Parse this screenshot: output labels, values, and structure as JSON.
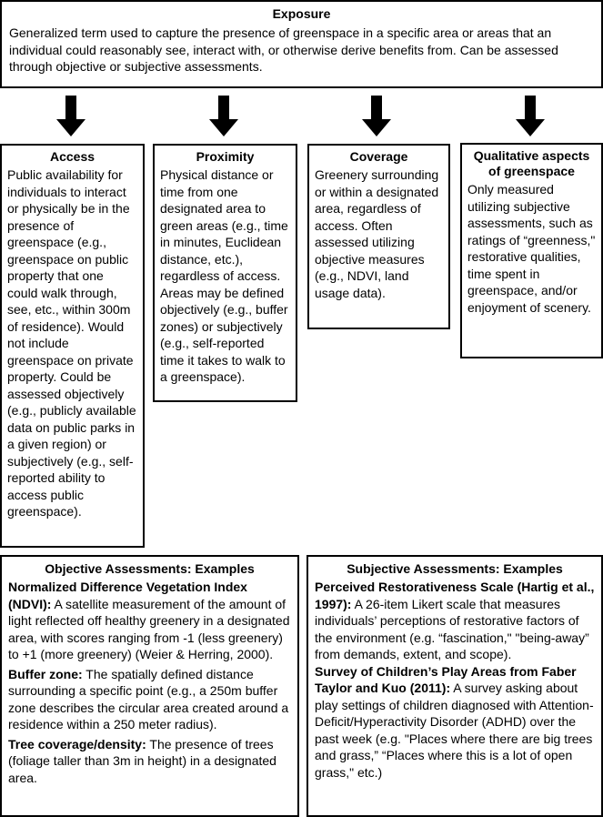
{
  "exposure": {
    "title": "Exposure",
    "body": "Generalized term used to capture the presence of greenspace in a specific area or areas that an individual could reasonably see, interact with, or otherwise derive benefits from. Can be assessed through objective or subjective assessments."
  },
  "arrows": {
    "icon": "down-arrow-icon",
    "count": 4,
    "color": "#000000"
  },
  "columns": [
    {
      "title": "Access",
      "body": "Public availability for individuals to interact or physically be in the presence of greenspace (e.g., greenspace on public property that one could walk through, see, etc., within 300m of residence). Would not include greenspace on private property. Could be assessed objectively (e.g., publicly available data on public parks in a given region) or subjectively (e.g., self-reported ability to access public greenspace)."
    },
    {
      "title": "Proximity",
      "body": "Physical distance or time from one designated area to green areas (e.g., time in minutes, Euclidean distance, etc.), regardless of access. Areas may be defined objectively (e.g., buffer zones) or subjectively (e.g., self-reported time it takes to walk to a greenspace)."
    },
    {
      "title": "Coverage",
      "body": "Greenery surrounding or within a designated area, regardless of access. Often assessed utilizing objective measures (e.g., NDVI, land usage data)."
    },
    {
      "title": "Qualitative aspects of greenspace",
      "body": "Only measured utilizing subjective assessments, such as ratings of “greenness,\" restorative qualities, time spent in greenspace, and/or enjoyment of scenery."
    }
  ],
  "objective": {
    "title": "Objective Assessments: Examples",
    "items": [
      {
        "term": "Normalized Difference Vegetation Index (NDVI):",
        "definition": " A satellite measurement of the amount of light reflected off healthy greenery in a designated area, with scores ranging from -1 (less greenery) to +1 (more greenery) (Weier & Herring, 2000)."
      },
      {
        "term": "Buffer zone:",
        "definition": " The spatially defined distance surrounding a specific point (e.g., a 250m buffer zone describes the circular area created around a residence within a 250 meter radius)."
      },
      {
        "term": "Tree coverage/density:",
        "definition": " The presence of trees (foliage taller than 3m in height) in a designated area."
      }
    ]
  },
  "subjective": {
    "title": "Subjective Assessments: Examples",
    "items": [
      {
        "term": "Perceived Restorativeness Scale (Hartig et al., 1997):",
        "definition": " A 26-item Likert scale that measures individuals’ perceptions of restorative factors of the environment (e.g. “fascination,\" \"being-away” from demands, extent, and scope)."
      },
      {
        "term": "Survey of Children’s Play Areas from Faber Taylor and Kuo (2011):",
        "definition": " A survey asking about play settings of children diagnosed with Attention-Deficit/Hyperactivity Disorder (ADHD) over the past week (e.g. \"Places where there are big trees and grass,” “Places where this is a lot of open grass,\" etc.)"
      }
    ]
  }
}
